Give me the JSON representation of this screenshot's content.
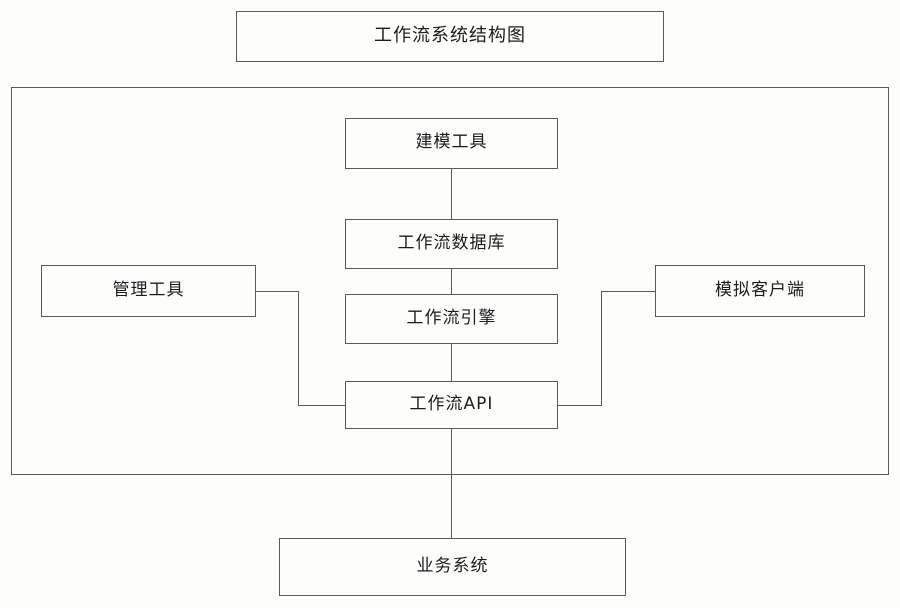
{
  "diagram": {
    "title": "工作流系统结构图",
    "boxes": {
      "title_box": "工作流系统结构图",
      "modeling_tool": "建模工具",
      "workflow_db": "工作流数据库",
      "workflow_engine": "工作流引擎",
      "workflow_api": "工作流API",
      "admin_tool": "管理工具",
      "sim_client": "模拟客户端",
      "business_system": "业务系统"
    },
    "colors": {
      "stroke": "#5a5a5a",
      "text": "#1c1c1c",
      "background": "#fdfdfb"
    },
    "connections": [
      "建模工具 → 工作流数据库",
      "工作流数据库 → 工作流引擎",
      "工作流引擎 → 工作流API",
      "管理工具 → 工作流API",
      "模拟客户端 → 工作流API",
      "工作流API → 业务系统"
    ]
  }
}
